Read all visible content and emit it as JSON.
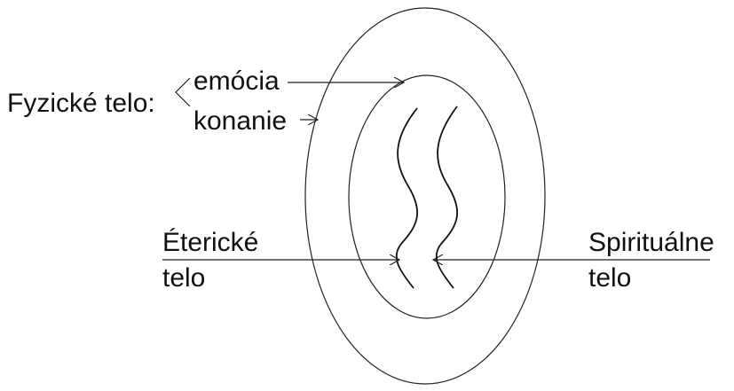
{
  "labels": {
    "physical_body": "Fyzické telo:",
    "emotion": "emócia",
    "action": "konanie",
    "etheric_line1": "Éterické",
    "etheric_line2": "telo",
    "spiritual_line1": "Spirituálne",
    "spiritual_line2": "telo"
  },
  "colors": {
    "line": "#222222",
    "background": "#ffffff"
  }
}
